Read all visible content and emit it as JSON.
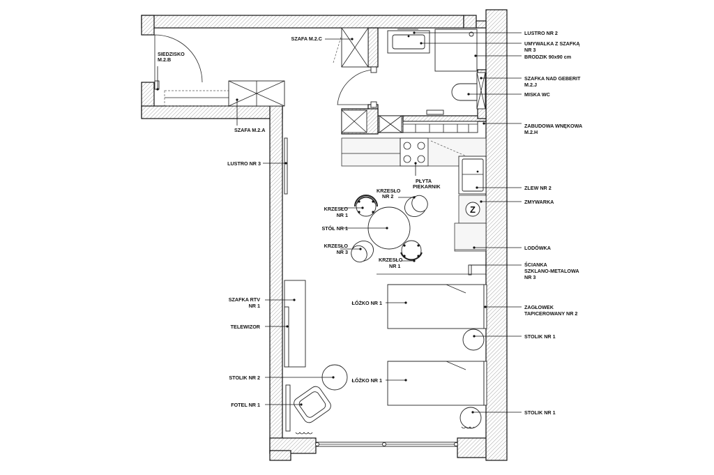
{
  "labels_left": [
    {
      "id": "siedzisko",
      "lines": [
        "SIEDZISKO",
        "M.2.B"
      ]
    },
    {
      "id": "szafa-m2c",
      "lines": [
        "SZAFA M.2.C"
      ]
    },
    {
      "id": "szafa-m2a",
      "lines": [
        "SZAFA M.2.A"
      ]
    },
    {
      "id": "lustro-3",
      "lines": [
        "LUSTRO NR 3"
      ]
    },
    {
      "id": "krzeslo-2",
      "lines": [
        "KRZESŁO",
        "NR 2"
      ]
    },
    {
      "id": "plyta",
      "lines": [
        "PŁYTA",
        "PIEKARNIK"
      ]
    },
    {
      "id": "krzeslo-1a",
      "lines": [
        "KRZESŁO",
        "NR 1"
      ]
    },
    {
      "id": "stol-1",
      "lines": [
        "STÓŁ NR 1"
      ]
    },
    {
      "id": "krzeslo-3",
      "lines": [
        "KRZESŁO",
        "NR 3"
      ]
    },
    {
      "id": "krzeslo-1b",
      "lines": [
        "KRZESŁO",
        "NR 1"
      ]
    },
    {
      "id": "szafka-rtv",
      "lines": [
        "SZAFKA RTV",
        "NR 1"
      ]
    },
    {
      "id": "telewizor",
      "lines": [
        "TELEWIZOR"
      ]
    },
    {
      "id": "lozko-1a",
      "lines": [
        "ŁÓŻKO NR 1"
      ]
    },
    {
      "id": "lozko-1b",
      "lines": [
        "ŁÓŻKO NR 1"
      ]
    },
    {
      "id": "stolik-2",
      "lines": [
        "STOLIK NR 2"
      ]
    },
    {
      "id": "fotel-1",
      "lines": [
        "FOTEL NR 1"
      ]
    }
  ],
  "labels_right": [
    {
      "id": "lustro-2",
      "lines": [
        "LUSTRO NR 2"
      ]
    },
    {
      "id": "umywalka",
      "lines": [
        "UMYWALKA Z SZAFKĄ",
        "NR 3"
      ]
    },
    {
      "id": "brodzik",
      "lines": [
        "BRODZIK 90x90 cm"
      ]
    },
    {
      "id": "szafka-geberit",
      "lines": [
        "SZAFKA NAD GEBERIT",
        "M.2.J"
      ]
    },
    {
      "id": "miska-wc",
      "lines": [
        "MISKA WC"
      ]
    },
    {
      "id": "zabudowa",
      "lines": [
        "ZABUDOWA WNĘKOWA",
        "M.2.H"
      ]
    },
    {
      "id": "zlew-2",
      "lines": [
        "ZLEW NR 2"
      ]
    },
    {
      "id": "zmywarka",
      "lines": [
        "ZMYWARKA"
      ]
    },
    {
      "id": "lodowka",
      "lines": [
        "LODÓWKA"
      ]
    },
    {
      "id": "scianka",
      "lines": [
        "ŚCIANKA",
        "SZKLANO-METALOWA",
        "NR 3"
      ]
    },
    {
      "id": "zaglowek",
      "lines": [
        "ZAGŁOWEK",
        "TAPICEROWANY NR 2"
      ]
    },
    {
      "id": "stolik-1a",
      "lines": [
        "STOLIK NR 1"
      ]
    },
    {
      "id": "stolik-1b",
      "lines": [
        "STOLIK NR 1"
      ]
    }
  ],
  "symbols": {
    "dishwasher_mark": "Z"
  }
}
